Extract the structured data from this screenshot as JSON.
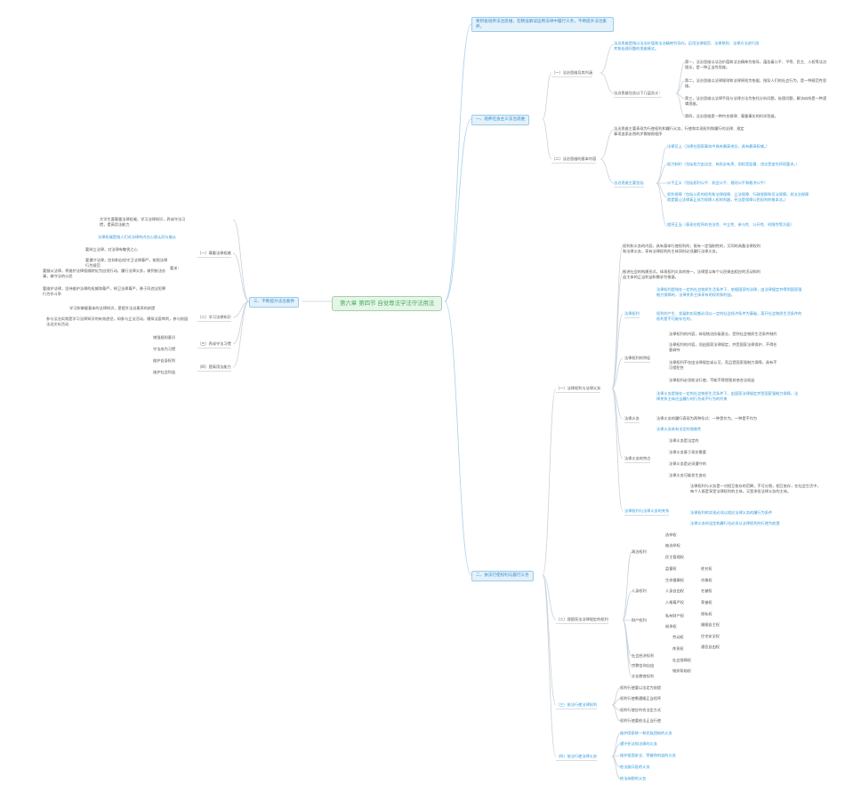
{
  "center": "第六章 第四节 自觉尊法学法守法用法",
  "branches": {
    "top": "要积极培养法治思维，在精准解读运用法律中履行义务，不断提升法治素养。",
    "one": "一、培养社会主义法治思维",
    "two": "二、依法行使权利与履行义务",
    "three": "三、不断提升法治素养"
  },
  "one": {
    "s1": "（一）法治思维及其内涵",
    "s1_a": "法治思维是指以法治价值和法治精神为导向，运用法律规范、法律原则、法律方法进行思考和处理问题的思维模式。",
    "s1_b": "法治思维包含以下几层含义：",
    "s1_c": [
      "第一，法治思维以法治价值和法治精神为指导，蕴含着公平、平等、民主、人权等法治理念，是一种正当性思维。",
      "第二，法治思维以法律规则和法律原则为依据，指导人们的社会行为，是一种规范性思维。",
      "第三，法治思维以法律手段与法律方法为依托分析问题，处理问题，解决纠纷是一种逻辑思维。",
      "第四，法治思维是一种符合规律、尊重事实的科学思维。"
    ],
    "s2": "（二）法治思维的基本内容",
    "s2_a": "法治思维主要表现为行使权利和履行义务，行使和实现权利和履行的法律、规定事项追索必然的步骤按照程序",
    "s2_b": "法治思维主要包括",
    "s2_c": [
      "法律至上（法律在国家事务中具有最高地位，具有最高权威。）",
      "权力制约（包括权力由法定、有权必有责、用权受监督、违法受追究四项要求。）",
      "公平正义（包括权利公平、机会公平、规则公平和救济公平）",
      "权利保障（包括公民的权利和法律保障、立法保障、行政保障和司法保障。其法治保障就是要让法律真正成为保障人权的利器，宪法是保障公民权利的根本法。）",
      "程序正当（表现在程序的合法性、中立性、参与性、公开性、时限性等方面）"
    ]
  },
  "two": {
    "s1": "（一）法律权利与法律义务",
    "s1_intro": [
      "权利和义务的内容，具有基本行使权利的，既有一定强制性的，又同时具备法律权利和法律义务，享有法律权利的主体同时必须履行法律义务。",
      "推进社会的构建形式，体现权利义务的统一，法律是以每个公民做出相应的活动和利益主体的正当利益和需求为根基。"
    ],
    "s1_a": "法律权利",
    "s1_a_items": [
      "法律权利是指在一定的社会物质生活条件下，依据国家的法律，由法律规定并得到国家强制力保障的，法律关系主体享有的权利和利益。",
      "权利的产生、发展和实现都必须以一定的社会经济条件为基础，离开社会物质生活条件的权利是不可能存在的。"
    ],
    "s1_b": "法律权利的特征",
    "s1_b_items": [
      "法律权利的内容，体现统治阶级意志，受到社会物质生活条件制约",
      "法律权利的内容，须由国家法律规定，并受国家法律保护，不得任意剥夺",
      "法律权利不仅由法律规定或认可，而且受国家强制力保障，具有不可侵犯性",
      "法律权利必须依法行使，不能不得侵害其他合法权益"
    ],
    "s1_c": "法律义务",
    "s1_c_items": [
      "法律义务是指在一定的社会物质生活条件下，由国家法律规定并受国家强制力保障，法律关系主体应当履行的行为或不行为的约束",
      "法律义务的履行表现为两种形式：一种是作为，一种是不作为",
      "法律义务具有法定的强制性"
    ],
    "s1_d": "法律义务的特点",
    "s1_d_items": [
      "法律义务是法定的",
      "法律义务基于现实需要",
      "法律义务是必须遵守的",
      "法律义务可能发生变化"
    ],
    "s1_e": "法律权利与法律义务的关系",
    "s1_e_items": [
      "法律权利与义务是一对相互依存的范畴，不可分割，相互依存，在社会生活中，每个人既是享受法律权利的主体，又是承担法律义务的主体。",
      "法律权利的实现必须以相应法律义务的履行为条件",
      "法律义务的设定和履行也必须以法律权利的行使为前提"
    ],
    "s2": "（二）我国宪法法律规定的权利",
    "s2_groups": [
      {
        "name": "政治权利",
        "items": [
          "选举权",
          "被选举权",
          "民主管理权",
          "监督权"
        ]
      },
      {
        "name": "人身权利",
        "items": [
          "生命健康权",
          "人身自由权",
          "人格尊严权"
        ]
      },
      {
        "name": "财产权利",
        "items": [
          "私有财产权",
          "继承权"
        ]
      },
      {
        "name": "社会经济权利",
        "items": [
          "劳动权",
          "休息权",
          "社会保障权",
          "物质帮助权"
        ]
      },
      {
        "name": "宗教信仰自由"
      },
      {
        "name": "文化教育权利"
      }
    ],
    "s2_sub": [
      "姓名权",
      "肖像权",
      "名誉权",
      "荣誉权",
      "隐私权",
      "婚姻自主权",
      "住宅安全权",
      "通信自由权"
    ],
    "s3": "（三）依法行使法律权利",
    "s3_items": [
      "权利行使要以法定为前提",
      "权利行使需遵循正当程序",
      "权利行使应符合法定方式",
      "权利行使要依法正当行使"
    ],
    "s4": "（四）依法行使法律义务",
    "s4_items": [
      "维护国家统一和民族团结的义务",
      "遵守宪法和法律的义务",
      "维护祖国安全、荣誉和利益的义务",
      "依法服兵役的义务",
      "依法纳税的义务"
    ]
  },
  "three": {
    "intro": "大学生要尊重法律权威，学习法律知识，养成守法习惯，提高用法能力",
    "s1": "（一）尊重法律权威",
    "s1_a": "法律权威是指人们对法律的内在心理认同与服从",
    "s1_a2": "要求：",
    "s1_a3": "要树立法律，对法律有敬畏之心",
    "s1_items": [
      "要遵守法律，信仰和自觉守卫法律尊严，按照法律行为规范",
      "要服从法律，将维护法律权威转化为自觉行动，履行法律义务，做到依法办事，做守法的公民",
      "要维护法律，坚持维护法律的权威和尊严，捍卫法律尊严，勇于同违法犯罪行为作斗争"
    ],
    "s2": "（二）学习法律知识",
    "s2_items": [
      "学习和掌握基本的法律知识，是提升法治素养的前提",
      "参与法治实践是学习法律知识的有效途径，如参与立法活动，模拟法庭审判，参与校园法治文化活动"
    ],
    "s3": "（三）养成守法习惯",
    "s3_items": [
      "增强规则意识",
      "守法成为习惯"
    ],
    "s4": "（四）提高用法能力",
    "s4_items": [
      "维护自身权利",
      "维护社会利益"
    ]
  }
}
